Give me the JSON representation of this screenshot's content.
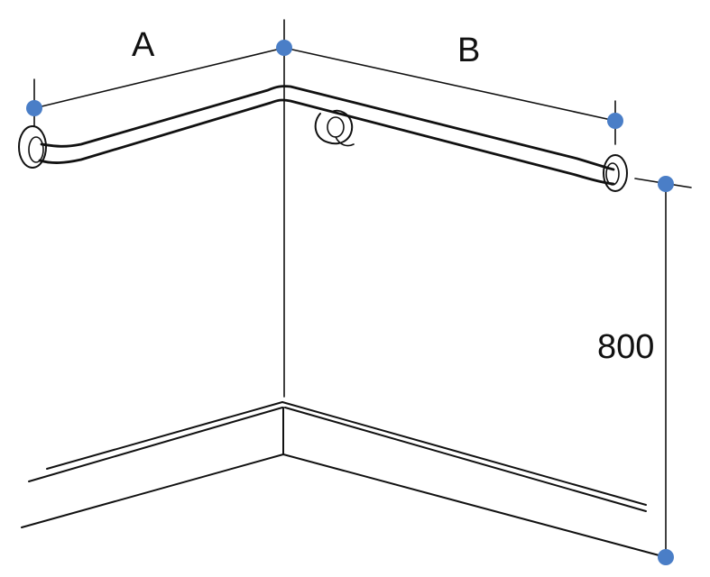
{
  "labels": {
    "dimension_a": "A",
    "dimension_b": "B",
    "height": "800"
  },
  "colors": {
    "dimension_point": "#4a7ec7",
    "stroke": "#111111",
    "background": "#ffffff"
  },
  "icons": {
    "dimension_point": "dot-marker-icon",
    "wall_flange": "flange-mount-icon"
  }
}
